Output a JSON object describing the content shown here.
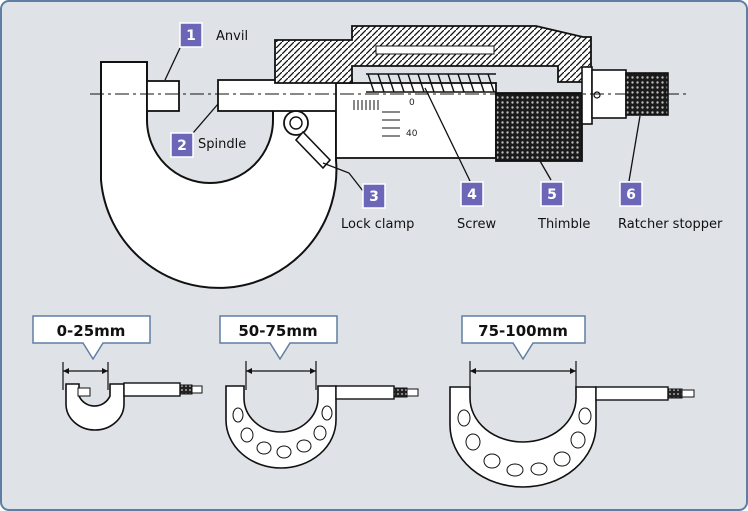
{
  "parts": [
    {
      "num": "1",
      "label": "Anvil"
    },
    {
      "num": "2",
      "label": "Spindle"
    },
    {
      "num": "3",
      "label": "Lock clamp"
    },
    {
      "num": "4",
      "label": "Screw"
    },
    {
      "num": "5",
      "label": "Thimble"
    },
    {
      "num": "6",
      "label": "Ratcher stopper"
    }
  ],
  "scale": {
    "zero": "0",
    "forty": "40"
  },
  "ranges": [
    {
      "label": "0-25mm"
    },
    {
      "label": "50-75mm"
    },
    {
      "label": "75-100mm"
    }
  ],
  "colors": {
    "background": "#dfe3e8",
    "border": "#5f7ea3",
    "badge": "#6b66b8",
    "line": "#111111"
  }
}
